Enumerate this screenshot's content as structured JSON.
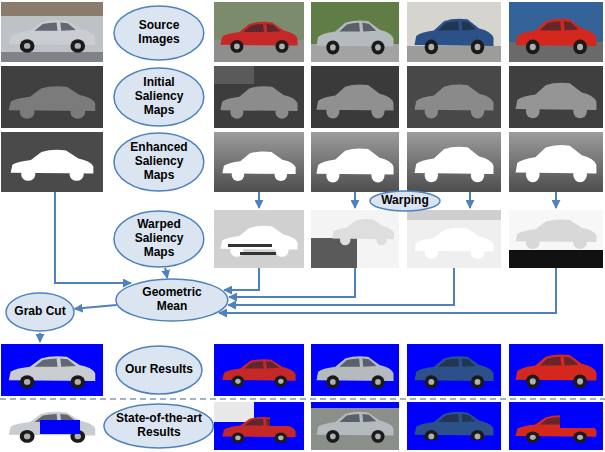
{
  "diagram": {
    "nodes": [
      {
        "text": [
          "Source Images"
        ]
      },
      {
        "text": [
          "Initial Saliency Maps"
        ]
      },
      {
        "text": [
          "Enhanced Saliency Maps"
        ]
      },
      {
        "text": [
          "Warping"
        ]
      },
      {
        "text": [
          "Warped Saliency Maps"
        ]
      },
      {
        "text": [
          "Grab Cut"
        ]
      },
      {
        "text": [
          "Geometric Mean"
        ]
      },
      {
        "text": [
          "Our Results"
        ]
      },
      {
        "text": [
          "State-of-the-art Results"
        ]
      }
    ],
    "edges": [
      {
        "from": 4,
        "to": 6,
        "arrow": "to"
      },
      {
        "from": 6,
        "to": 5,
        "arrow": "to"
      }
    ]
  }
}
